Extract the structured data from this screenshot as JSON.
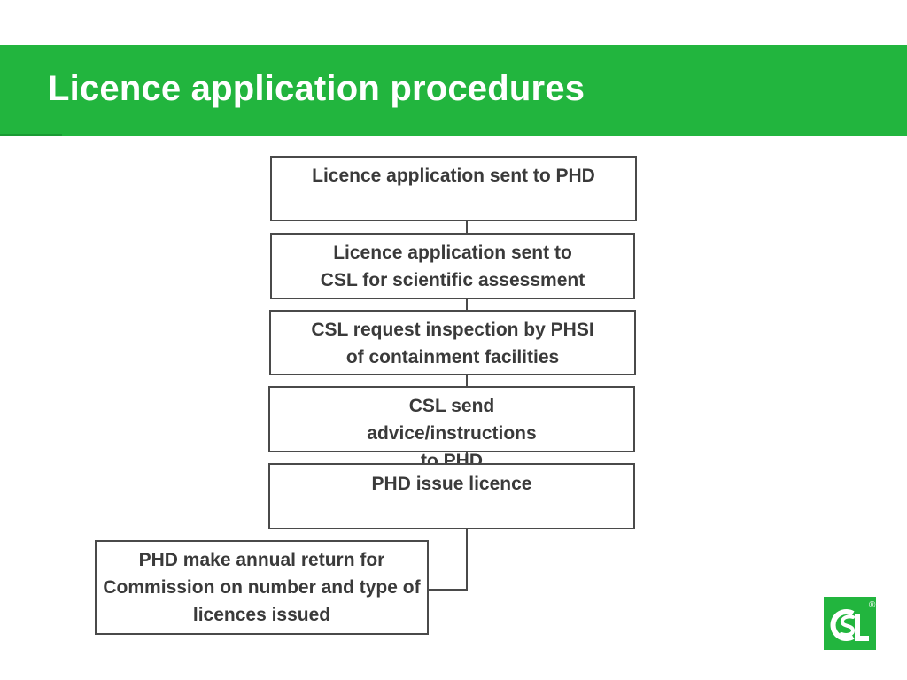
{
  "slide": {
    "title": "Licence application procedures"
  },
  "flowchart": {
    "steps": [
      {
        "text": "Licence application sent to PHD"
      },
      {
        "text": "Licence application sent to CSL for scientific assessment"
      },
      {
        "text": "CSL request inspection by PHSI of containment facilities"
      },
      {
        "text": "CSL send advice/instructions to PHD"
      },
      {
        "text": "PHD issue licence"
      }
    ],
    "final_step": {
      "text": "PHD make annual return for Commission on number and type of licences issued"
    }
  },
  "logo": {
    "text": "CSL",
    "registered_mark": "®"
  },
  "colors": {
    "brand_green": "#22b53e",
    "box_border": "#4a4a4a",
    "box_text": "#3a3a3a"
  }
}
